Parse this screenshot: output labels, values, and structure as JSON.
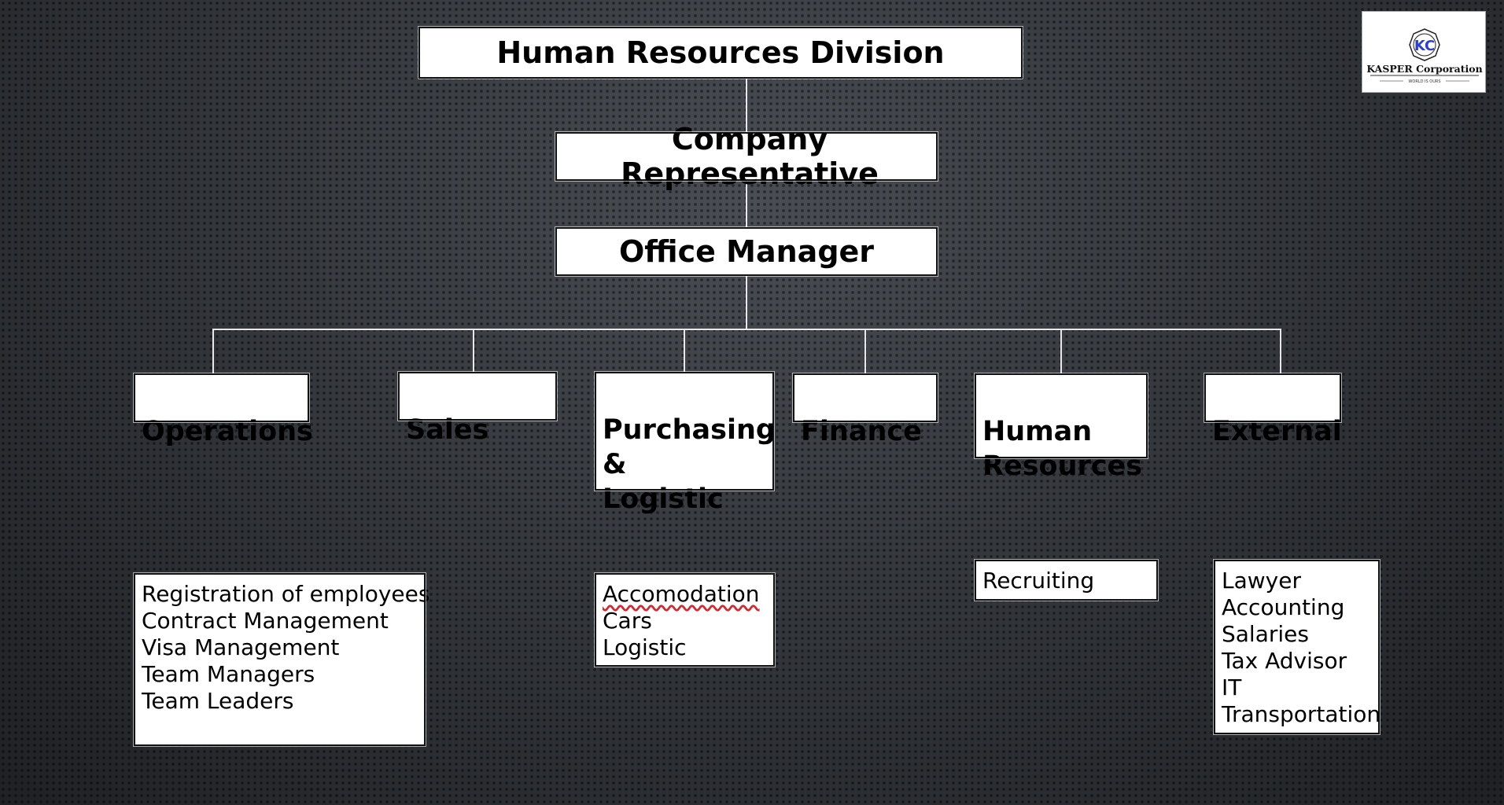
{
  "chart": {
    "top": "Human Resources Division",
    "representative": "Company Representative",
    "manager": "Office Manager"
  },
  "departments": [
    {
      "key": "operations",
      "label": "Operations"
    },
    {
      "key": "sales",
      "label": "Sales"
    },
    {
      "key": "purchasing",
      "label": "Purchasing\n&\nLogistic"
    },
    {
      "key": "finance",
      "label": "Finance"
    },
    {
      "key": "hr",
      "label": "Human\nResources"
    },
    {
      "key": "external",
      "label": "External"
    }
  ],
  "lists": {
    "operations": [
      "Registration of employees",
      "Contract Management",
      "Visa Management",
      "Team Managers",
      "Team Leaders"
    ],
    "purchasing": [
      "Accomodation",
      "Cars",
      "Logistic"
    ],
    "hr": [
      "Recruiting"
    ],
    "external": [
      "Lawyer",
      "Accounting",
      "Salaries",
      "Tax Advisor",
      "IT",
      "Transportation"
    ]
  },
  "logo": {
    "name": "KASPER Corporation",
    "tagline": "WORLD IS OURS",
    "monogram": "KC",
    "color": "#2b3fd6"
  }
}
